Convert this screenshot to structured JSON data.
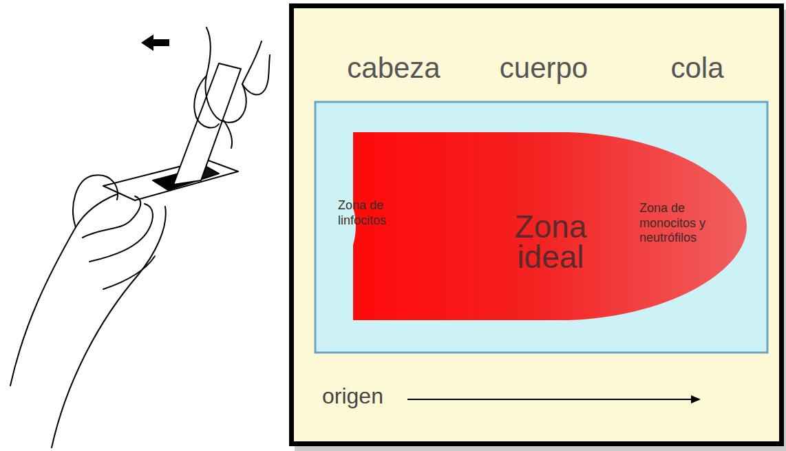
{
  "diagram": {
    "nodes": [
      {
        "text": [
          "cabeza",
          "cuerpo",
          "cola",
          "origen"
        ]
      },
      {
        "text": [
          "Zona de linfocitos",
          "Zona ideal",
          "Zona de monocitos y neutrófilos"
        ],
        "in": 0
      }
    ]
  }
}
